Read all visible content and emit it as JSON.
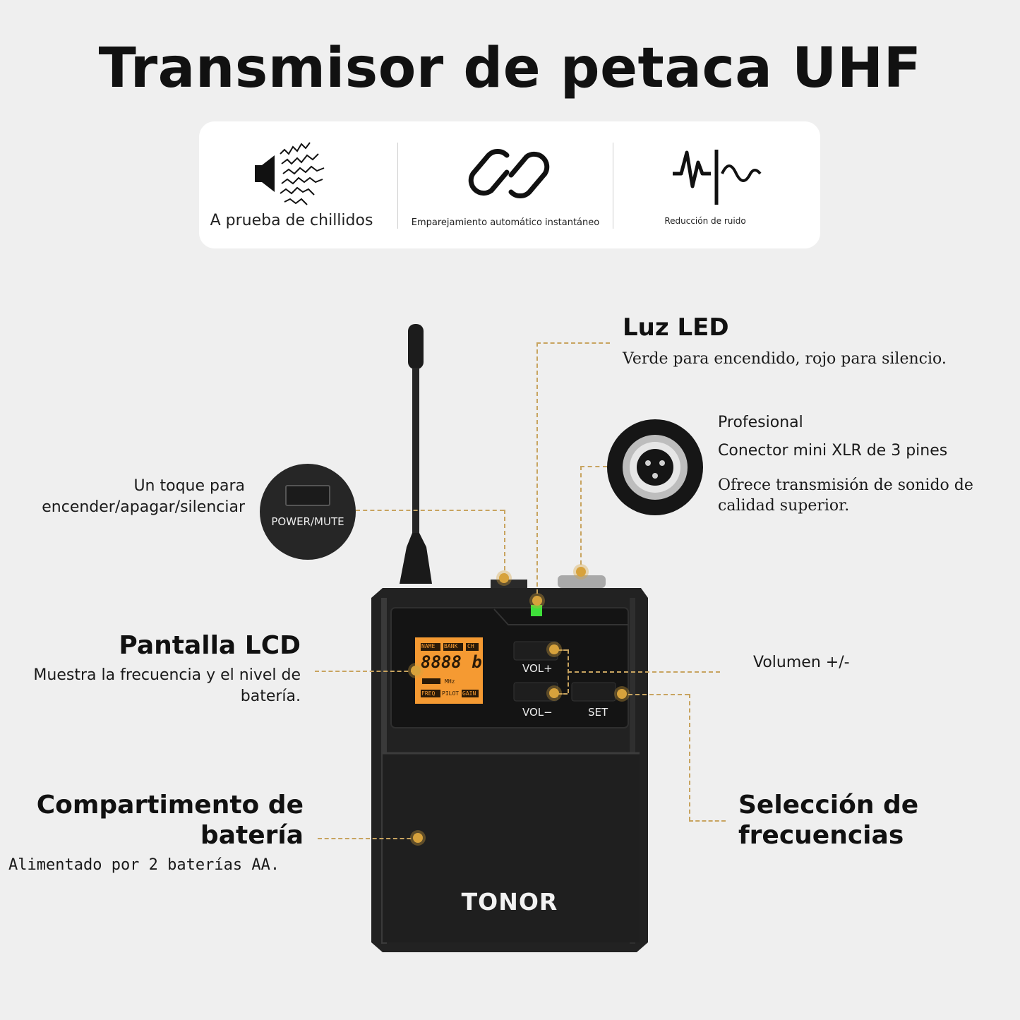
{
  "title": "Transmisor de petaca UHF",
  "features": [
    {
      "icon": "speaker-feedback-icon",
      "label": "A prueba de chillidos"
    },
    {
      "icon": "link-icon",
      "label": "Emparejamiento automático instantáneo"
    },
    {
      "icon": "soundwave-icon",
      "label": "Reducción de ruido"
    }
  ],
  "callouts": {
    "led": {
      "title": "Luz LED",
      "desc": "Verde para encendido, rojo para silencio."
    },
    "connector": {
      "line1": "Profesional",
      "line2": "Conector mini XLR de 3 pines",
      "desc1": "Ofrece transmisión de sonido de",
      "desc2": "calidad superior."
    },
    "power": {
      "line1": "Un toque para",
      "line2": "encender/apagar/silenciar",
      "button_label": "POWER/MUTE"
    },
    "lcd": {
      "title": "Pantalla LCD",
      "desc1": "Muestra la frecuencia y el nivel de",
      "desc2": "batería."
    },
    "volume": {
      "label": "Volumen +/-"
    },
    "battery": {
      "title1": "Compartimento de",
      "title2": "batería",
      "desc": "Alimentado por 2 baterías AA."
    },
    "frequency": {
      "title1": "Selección de",
      "title2": "frecuencias"
    }
  },
  "device": {
    "brand": "TONOR",
    "vol_up": "VOL+",
    "vol_down": "VOL−",
    "set": "SET",
    "lcd": {
      "tag_name": "NAME",
      "tag_bank": "BANK",
      "tag_ch": "CH",
      "digits": "8888 b",
      "unit": "MHz",
      "tag_freq": "FREQ",
      "tag_pilot": "PILOT",
      "tag_gain": "GAIN"
    }
  },
  "colors": {
    "accent": "#d7a23c",
    "led": "#3fe03a",
    "lcd": "#f59a32",
    "device": "#202020"
  }
}
